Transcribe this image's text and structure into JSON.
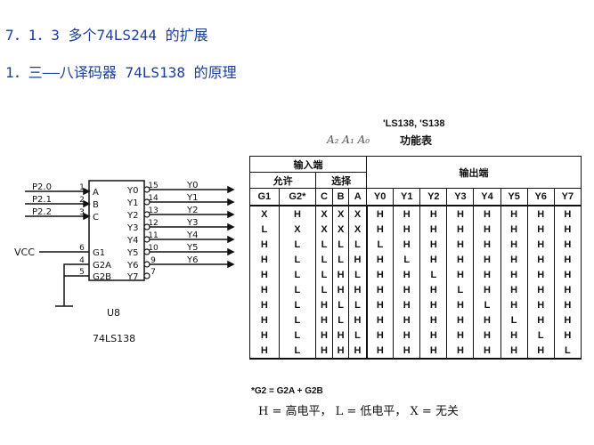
{
  "headings": {
    "h1": "7．1．3 多个74LS244  的扩展",
    "h2": "1．三——八译码器 74LS138 的原理"
  },
  "chip": {
    "label": "U8",
    "part": "74LS138",
    "inputs": [
      "A",
      "B",
      "C",
      "G1",
      "G2A",
      "G2B"
    ],
    "input_pins": [
      "1",
      "2",
      "3",
      "6",
      "4",
      "5"
    ],
    "outputs": [
      "Y0",
      "Y1",
      "Y2",
      "Y3",
      "Y4",
      "Y5",
      "Y6",
      "Y7"
    ],
    "output_pins": [
      "15",
      "14",
      "13",
      "12",
      "11",
      "10",
      "9",
      "7"
    ],
    "signals_in": [
      "P2.0",
      "P2.1",
      "P2.2"
    ],
    "signals_out": [
      "Y0",
      "Y1",
      "Y2",
      "Y3",
      "Y4",
      "Y5",
      "Y6"
    ],
    "vcc": "VCC"
  },
  "table": {
    "title": "'LS138, 'S138",
    "subtitle": "功能表",
    "handwritten": "A₂  A₁  A₀",
    "group_input": "输入端",
    "group_output": "输出端",
    "sub_enable": "允许",
    "sub_select": "选择",
    "col_headers": [
      "G1",
      "G2*",
      "C",
      "B",
      "A",
      "Y0",
      "Y1",
      "Y2",
      "Y3",
      "Y4",
      "Y5",
      "Y6",
      "Y7"
    ],
    "rows": [
      [
        "X",
        "H",
        "X",
        "X",
        "X",
        "H",
        "H",
        "H",
        "H",
        "H",
        "H",
        "H",
        "H"
      ],
      [
        "L",
        "X",
        "X",
        "X",
        "X",
        "H",
        "H",
        "H",
        "H",
        "H",
        "H",
        "H",
        "H"
      ],
      [
        "H",
        "L",
        "L",
        "L",
        "L",
        "L",
        "H",
        "H",
        "H",
        "H",
        "H",
        "H",
        "H"
      ],
      [
        "H",
        "L",
        "L",
        "L",
        "H",
        "H",
        "L",
        "H",
        "H",
        "H",
        "H",
        "H",
        "H"
      ],
      [
        "H",
        "L",
        "L",
        "H",
        "L",
        "H",
        "H",
        "L",
        "H",
        "H",
        "H",
        "H",
        "H"
      ],
      [
        "H",
        "L",
        "L",
        "H",
        "H",
        "H",
        "H",
        "H",
        "L",
        "H",
        "H",
        "H",
        "H"
      ],
      [
        "H",
        "L",
        "H",
        "L",
        "L",
        "H",
        "H",
        "H",
        "H",
        "L",
        "H",
        "H",
        "H"
      ],
      [
        "H",
        "L",
        "H",
        "L",
        "H",
        "H",
        "H",
        "H",
        "H",
        "H",
        "L",
        "H",
        "H"
      ],
      [
        "H",
        "L",
        "H",
        "H",
        "L",
        "H",
        "H",
        "H",
        "H",
        "H",
        "H",
        "L",
        "H"
      ],
      [
        "H",
        "L",
        "H",
        "H",
        "H",
        "H",
        "H",
        "H",
        "H",
        "H",
        "H",
        "H",
        "L"
      ]
    ],
    "footnote": "*G2 = G2A + G2B",
    "legend": "H = 高电平， L = 低电平， X = 无关"
  }
}
